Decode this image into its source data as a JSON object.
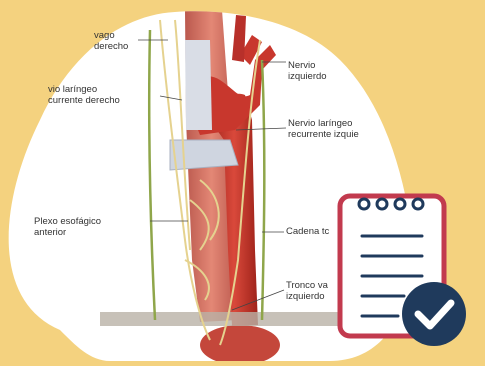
{
  "labels": {
    "vago_derecho_line1": "vago",
    "vago_derecho_line2": "derecho",
    "laringeo_derecho_line1": "vio laríngeo",
    "laringeo_derecho_line2": "currente derecho",
    "plexo_line1": "Plexo esofágico",
    "plexo_line2": "anterior",
    "vago_izquierdo_line1": "Nervio",
    "vago_izquierdo_line2": "izquierdo",
    "laringeo_izquierdo_line1": "Nervio laríngeo",
    "laringeo_izquierdo_line2": "recurrente izquie",
    "cadena": "Cadena tc",
    "tronco_line1": "Tronco va",
    "tronco_line2": "izquierdo"
  },
  "colors": {
    "background": "#f4d27f",
    "blob": "#ffffff",
    "artery": "#c8372d",
    "nerve": "#e8d9a0",
    "clipboard_border": "#c23a4e",
    "clipboard_lines": "#1f3a5c",
    "check_circle": "#1f3a5c"
  },
  "icons": {
    "clipboard": "clipboard-checklist-icon",
    "check": "check-circle-icon"
  }
}
